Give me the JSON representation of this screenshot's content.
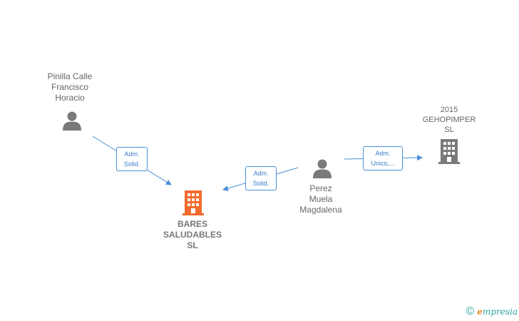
{
  "nodes": {
    "pinilla": {
      "lines": [
        "Pinilla Calle",
        "Francisco",
        "Horacio"
      ],
      "type": "person"
    },
    "perez": {
      "lines": [
        "Perez",
        "Muela",
        "Magdalena"
      ],
      "type": "person"
    },
    "bares": {
      "lines": [
        "BARES",
        "SALUDABLES",
        "SL"
      ],
      "type": "company",
      "color": "#f26a2e"
    },
    "gehopimper": {
      "lines": [
        "2015",
        "GEHOPIMPER",
        "SL"
      ],
      "type": "company",
      "color": "#7a7a7a"
    }
  },
  "edges": {
    "pinilla_bares": {
      "lines": [
        "Adm.",
        "Solid."
      ]
    },
    "perez_bares": {
      "lines": [
        "Adm.",
        "Solid."
      ]
    },
    "perez_gehopimper": {
      "lines": [
        "Adm.",
        "Unico,..."
      ]
    }
  },
  "colors": {
    "edge": "#4a8fd6",
    "person": "#7a7a7a"
  },
  "footer": {
    "copyright": "©",
    "brand_initial": "e",
    "brand_rest": "mpresia"
  }
}
